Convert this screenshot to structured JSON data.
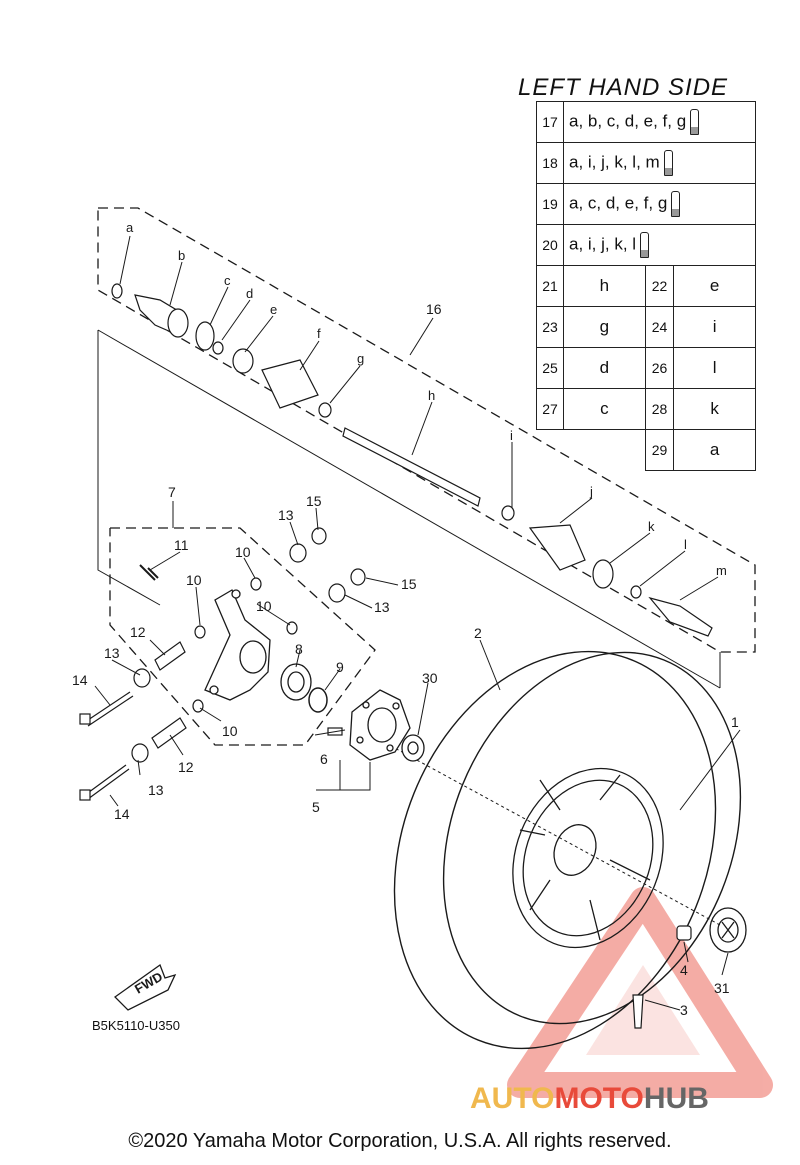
{
  "side_title": "LEFT HAND SIDE",
  "kit_rows": [
    {
      "num": "17",
      "codes": "a, b, c, d, e, f, g"
    },
    {
      "num": "18",
      "codes": "a, i, j, k, l, m"
    },
    {
      "num": "19",
      "codes": "a, c, d, e, f, g"
    },
    {
      "num": "20",
      "codes": "a, i, j, k, l"
    }
  ],
  "pair_rows": [
    {
      "n1": "21",
      "v1": "h",
      "n2": "22",
      "v2": "e"
    },
    {
      "n1": "23",
      "v1": "g",
      "n2": "24",
      "v2": "i"
    },
    {
      "n1": "25",
      "v1": "d",
      "n2": "26",
      "v2": "l"
    },
    {
      "n1": "27",
      "v1": "c",
      "n2": "28",
      "v2": "k"
    }
  ],
  "last_row": {
    "n2": "29",
    "v2": "a"
  },
  "callouts": {
    "l1": "1",
    "l2": "2",
    "l3": "3",
    "l4": "4",
    "l5": "5",
    "l6": "6",
    "l7": "7",
    "l8": "8",
    "l9": "9",
    "l10": "10",
    "l11": "11",
    "l12": "12",
    "l13": "13",
    "l14": "14",
    "l15": "15",
    "l16": "16",
    "l30": "30",
    "l31": "31",
    "la": "a",
    "lb": "b",
    "lc": "c",
    "ld": "d",
    "le": "e",
    "lf": "f",
    "lg": "g",
    "lh": "h",
    "li": "i",
    "lj": "j",
    "lk": "k",
    "ll": "l",
    "lm": "m"
  },
  "fwd_label": "FWD",
  "part_code": "B5K5110-U350",
  "copyright": "©2020 Yamaha Motor Corporation, U.S.A. All rights reserved.",
  "watermark": {
    "part1": "AUTO",
    "part2": "MOTO",
    "part3": "HUB"
  },
  "colors": {
    "line": "#1a1a1a",
    "watermark_red": "#e84a3a",
    "watermark_orange": "#f0b84e",
    "watermark_gray": "#666666"
  }
}
